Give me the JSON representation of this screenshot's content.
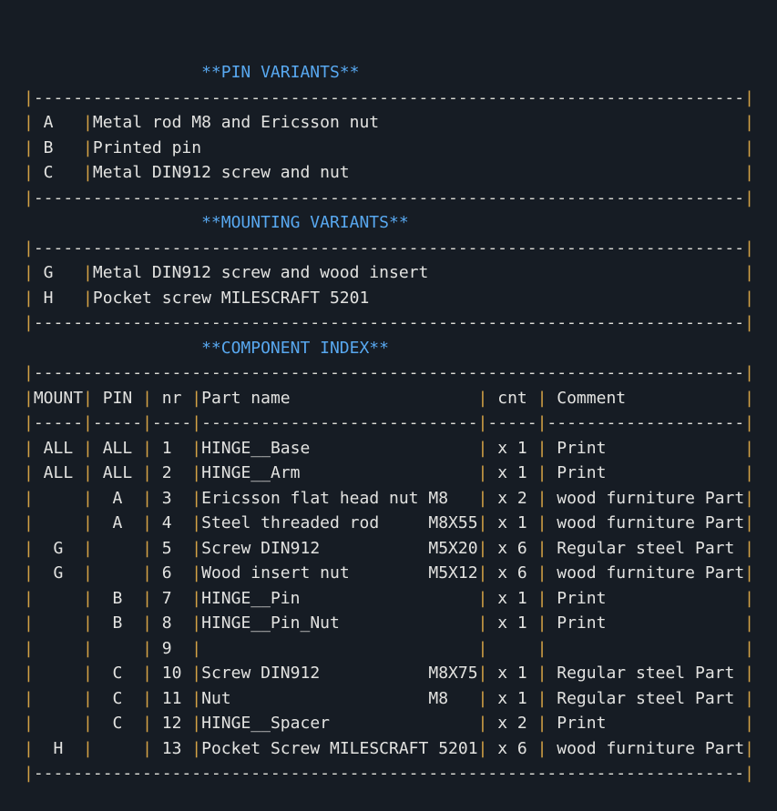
{
  "colors": {
    "background": "#161c24",
    "pipe_amber": "#d4a245",
    "dash_white": "#dcdcd6",
    "text_white": "#e3e3e1",
    "title_blue": "#58a8f0"
  },
  "sections": [
    {
      "title": "**PIN VARIANTS**",
      "type": "variant",
      "rows": [
        {
          "code": "A",
          "description": "Metal rod M8 and Ericsson nut"
        },
        {
          "code": "B",
          "description": "Printed pin"
        },
        {
          "code": "C",
          "description": "Metal DIN912 screw and nut"
        }
      ]
    },
    {
      "title": "**MOUNTING VARIANTS**",
      "type": "variant",
      "rows": [
        {
          "code": "G",
          "description": "Metal DIN912 screw and wood insert"
        },
        {
          "code": "H",
          "description": "Pocket screw MILESCRAFT 5201"
        }
      ]
    },
    {
      "title": "**COMPONENT INDEX**",
      "type": "component",
      "headers": {
        "mount": "MOUNT",
        "pin": "PIN",
        "nr": "nr",
        "part": "Part name",
        "cnt": "cnt",
        "comment": "Comment"
      },
      "rows": [
        {
          "mount": "ALL",
          "pin": "ALL",
          "nr": "1",
          "part": "HINGE__Base",
          "size": "",
          "cnt": "x 1",
          "comment": "Print"
        },
        {
          "mount": "ALL",
          "pin": "ALL",
          "nr": "2",
          "part": "HINGE__Arm",
          "size": "",
          "cnt": "x 1",
          "comment": "Print"
        },
        {
          "mount": "",
          "pin": "A",
          "nr": "3",
          "part": "Ericsson flat head nut M8",
          "size": "",
          "cnt": "x 2",
          "comment": "wood furniture Part"
        },
        {
          "mount": "",
          "pin": "A",
          "nr": "4",
          "part": "Steel threaded rod",
          "size": "M8X55",
          "cnt": "x 1",
          "comment": "wood furniture Part"
        },
        {
          "mount": "G",
          "pin": "",
          "nr": "5",
          "part": "Screw DIN912",
          "size": "M5X20",
          "cnt": "x 6",
          "comment": "Regular steel Part"
        },
        {
          "mount": "G",
          "pin": "",
          "nr": "6",
          "part": "Wood insert nut",
          "size": "M5X12",
          "cnt": "x 6",
          "comment": "wood furniture Part"
        },
        {
          "mount": "",
          "pin": "B",
          "nr": "7",
          "part": "HINGE__Pin",
          "size": "",
          "cnt": "x 1",
          "comment": "Print"
        },
        {
          "mount": "",
          "pin": "B",
          "nr": "8",
          "part": "HINGE__Pin_Nut",
          "size": "",
          "cnt": "x 1",
          "comment": "Print"
        },
        {
          "mount": "",
          "pin": "",
          "nr": "9",
          "part": "",
          "size": "",
          "cnt": "",
          "comment": ""
        },
        {
          "mount": "",
          "pin": "C",
          "nr": "10",
          "part": "Screw DIN912",
          "size": "M8X75",
          "cnt": "x 1",
          "comment": "Regular steel Part"
        },
        {
          "mount": "",
          "pin": "C",
          "nr": "11",
          "part": "Nut",
          "size": "M8",
          "cnt": "x 1",
          "comment": "Regular steel Part"
        },
        {
          "mount": "",
          "pin": "C",
          "nr": "12",
          "part": "HINGE__Spacer",
          "size": "",
          "cnt": "x 2",
          "comment": "Print"
        },
        {
          "mount": "H",
          "pin": "",
          "nr": "13",
          "part": "Pocket Screw MILESCRAFT 5201",
          "size": "",
          "cnt": "x 6",
          "comment": "wood furniture Part"
        }
      ]
    }
  ]
}
